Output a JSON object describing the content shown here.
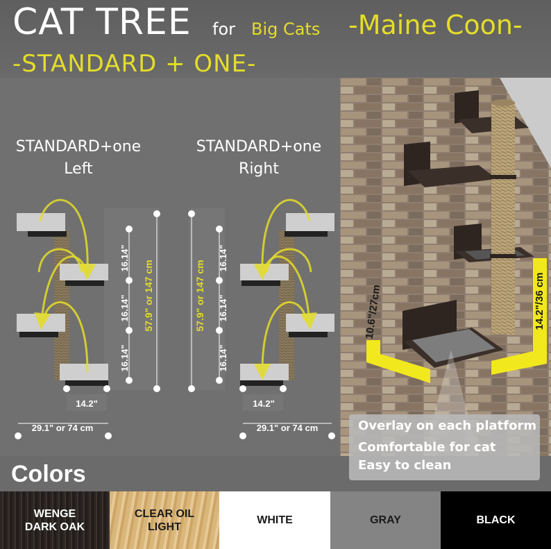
{
  "header": {
    "title": "CAT TREE",
    "for_text": "for",
    "audience": "Big Cats",
    "breed": "-Maine Coon-",
    "variant": "-STANDARD + ONE-"
  },
  "diagrams": {
    "left": {
      "heading_line1": "STANDARD+one",
      "heading_line2": "Left",
      "segment_1": "16.14\"",
      "segment_2": "16.14\"",
      "segment_3": "16.14\"",
      "total_height": "57.9\" or 147 cm",
      "platform_width": "14.2\"",
      "total_width": "29.1\" or 74 cm"
    },
    "right": {
      "heading_line1": "STANDARD+one",
      "heading_line2": "Right",
      "segment_1": "16.14\"",
      "segment_2": "16.14\"",
      "segment_3": "16.14\"",
      "total_height": "57.9\" or 147 cm",
      "platform_width": "14.2\"",
      "total_width": "29.1\" or 74 cm"
    }
  },
  "photo": {
    "depth_label": "10.6\"/27cm",
    "width_label": "14.2\"/36 cm",
    "overlay_lines": [
      "Overlay on each platform",
      "Comfortable for cat",
      "Easy to clean"
    ]
  },
  "colors": {
    "title": "Colors",
    "swatches": [
      {
        "line1": "WENGE",
        "line2": "DARK OAK"
      },
      {
        "line1": "CLEAR OIL",
        "line2": "LIGHT"
      },
      {
        "line1": "WHITE",
        "line2": ""
      },
      {
        "line1": "GRAY",
        "line2": ""
      },
      {
        "line1": "BLACK",
        "line2": ""
      }
    ]
  },
  "palette": {
    "accent_yellow": "#e4dd2a",
    "platform_gray": "#c9c9c9",
    "post_brown": "#8a7a5e"
  }
}
